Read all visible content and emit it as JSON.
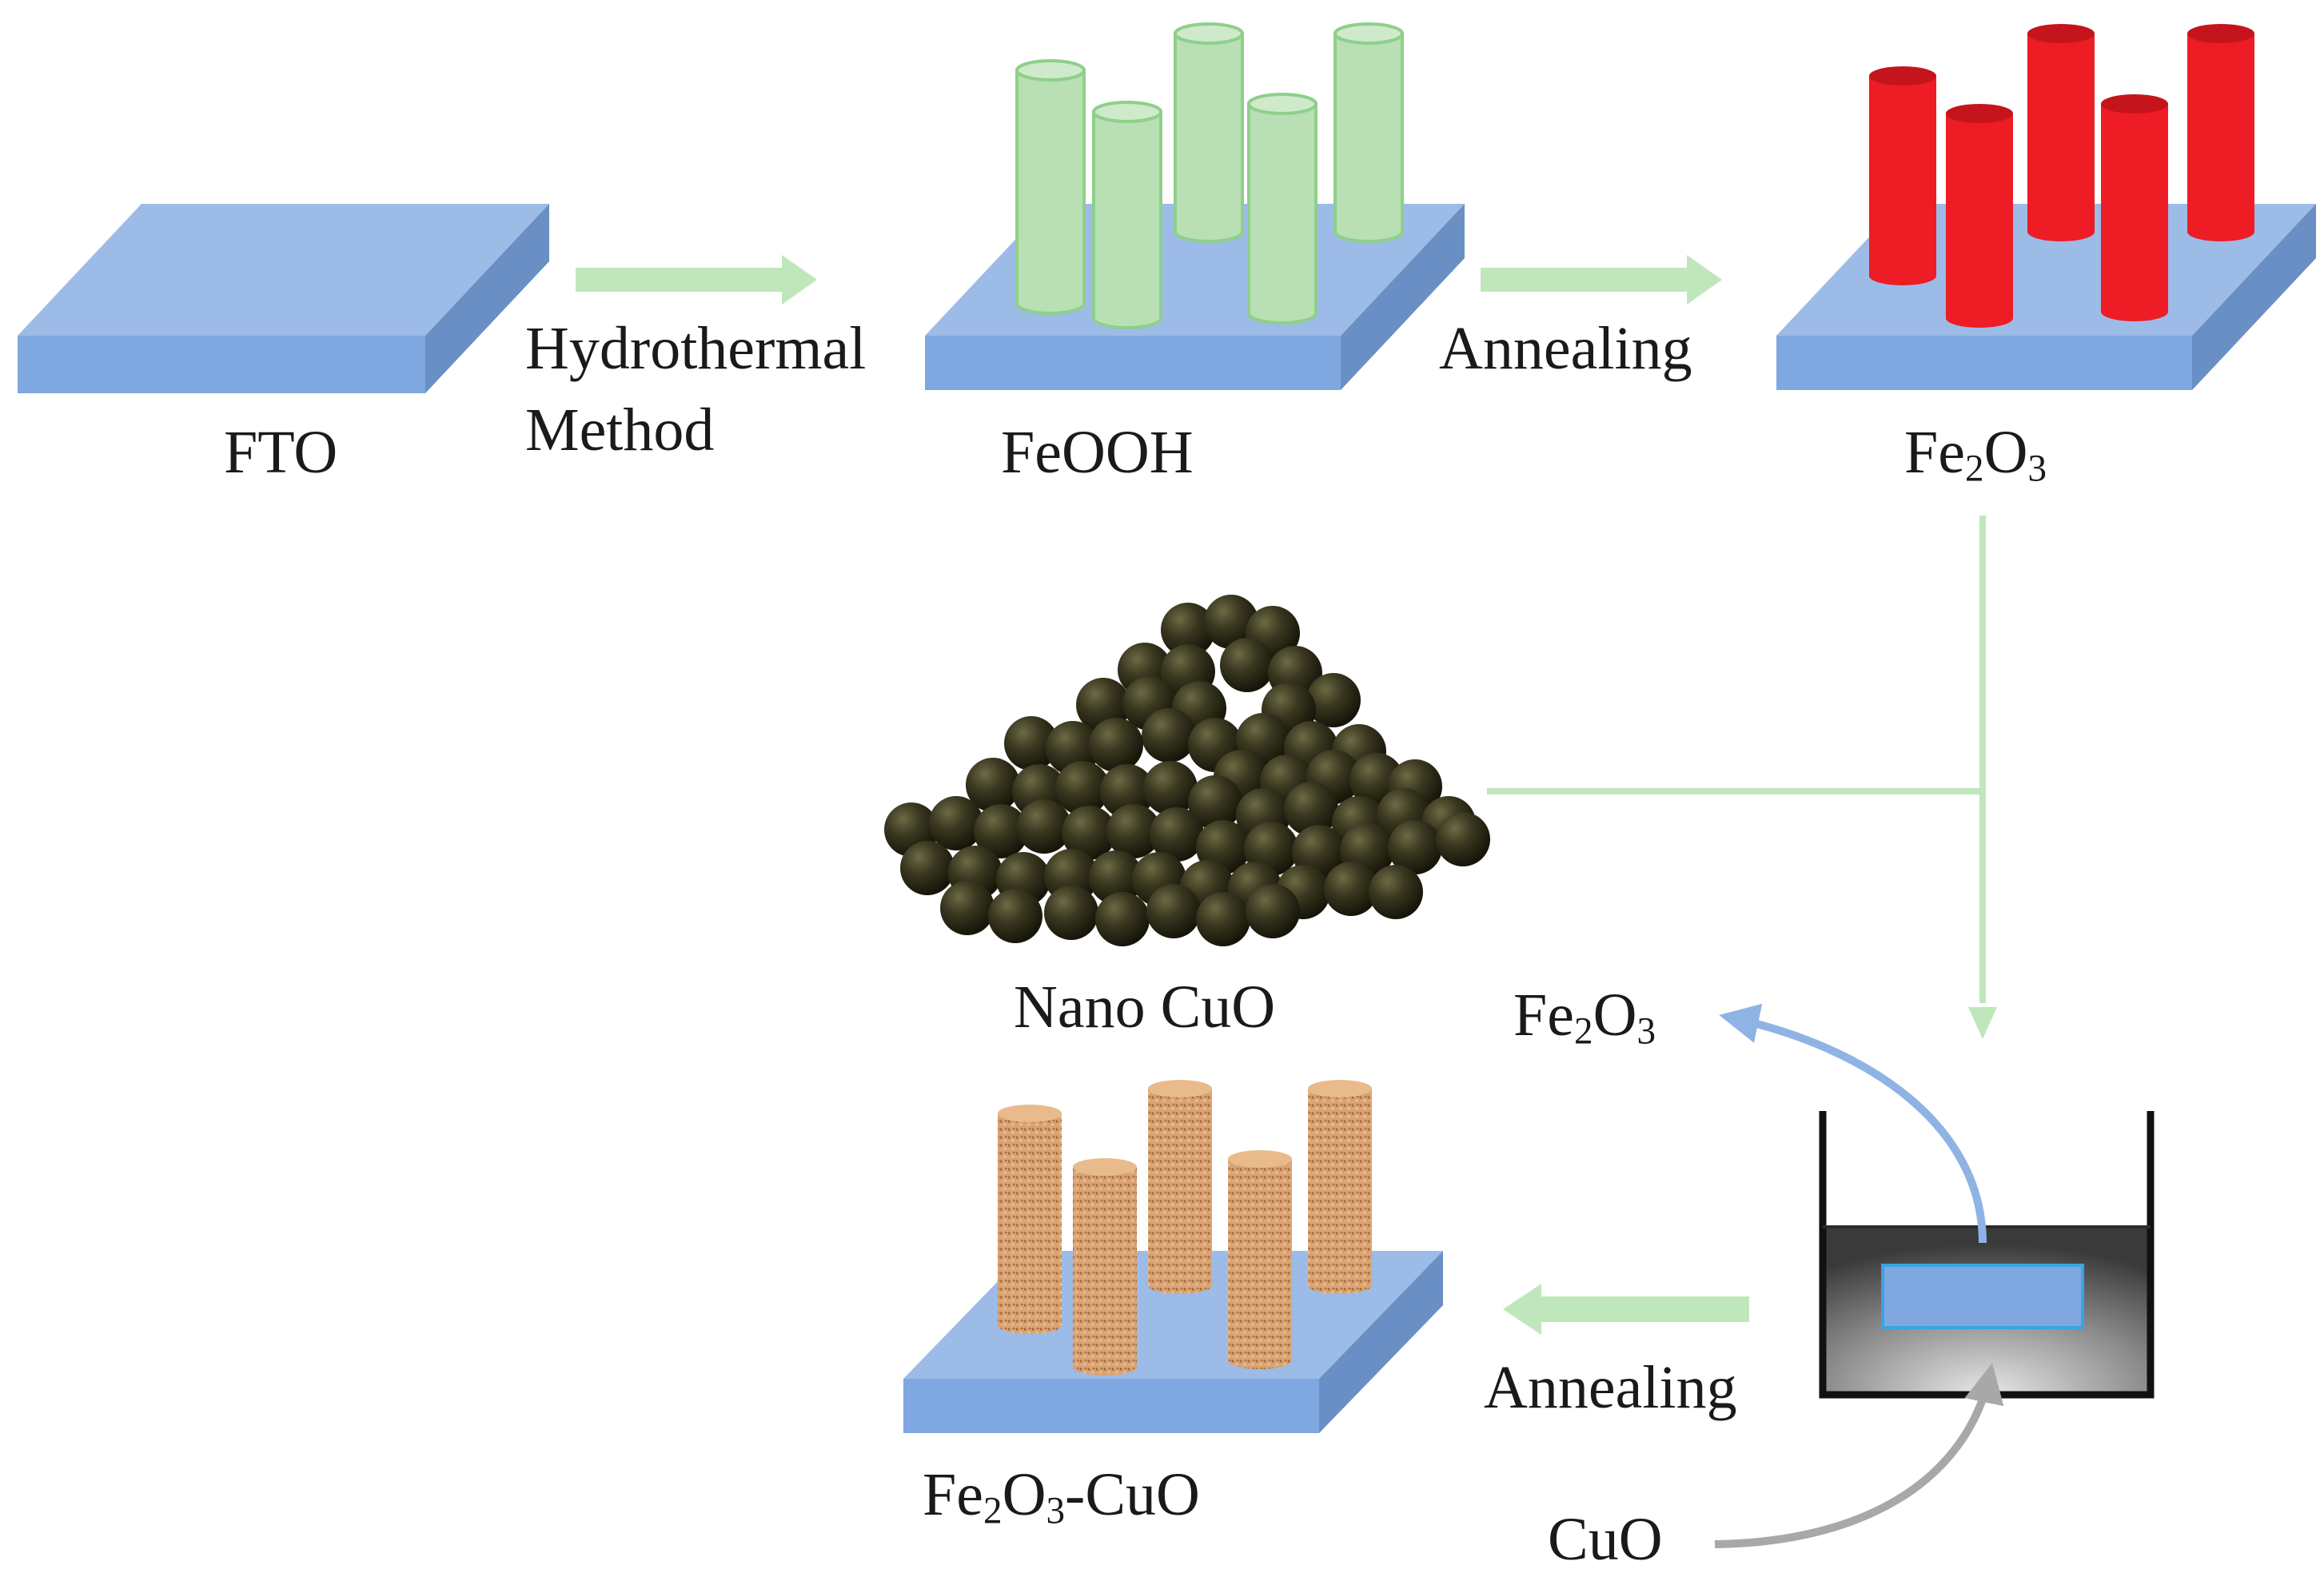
{
  "labels": {
    "fto": "FTO",
    "hydrothermal": "Hydrothermal",
    "method": "Method",
    "feooh": "FeOOH",
    "annealing_1": "Annealing",
    "fe2o3_top": {
      "main": "Fe",
      "sub1": "2",
      "mid": "O",
      "sub2": "3"
    },
    "nano_cuo": "Nano CuO",
    "fe2o3_beaker": {
      "main": "Fe",
      "sub1": "2",
      "mid": "O",
      "sub2": "3"
    },
    "annealing_2": "Annealing",
    "product": {
      "main": "Fe",
      "sub1": "2",
      "mid": "O",
      "sub2": "3",
      "rest": "-CuO"
    },
    "cuo": "CuO"
  },
  "colors": {
    "substrate_top": "#9dbbe7",
    "substrate_front": "#80a8e0",
    "substrate_side": "#6a8fc4",
    "feooh_rod": "#b8e0b4",
    "feooh_rod_edge": "#8fcf8a",
    "fe2o3_rod": "#ee1c24",
    "fe2o3_rod_dark": "#c5141b",
    "cuo_rod": "#d49a68",
    "flow_arrow": "#bfe7bb",
    "blue_arrow": "#8fb3e4",
    "gray_arrow": "#a8a8a8",
    "nanoparticle": "#2e2c18",
    "beaker_edge": "#111111"
  }
}
